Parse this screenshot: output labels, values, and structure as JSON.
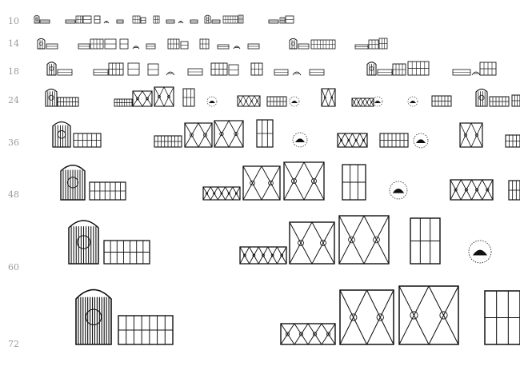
{
  "preview": {
    "sizes": [
      "10",
      "14",
      "18",
      "24",
      "36",
      "48",
      "60",
      "72"
    ]
  }
}
